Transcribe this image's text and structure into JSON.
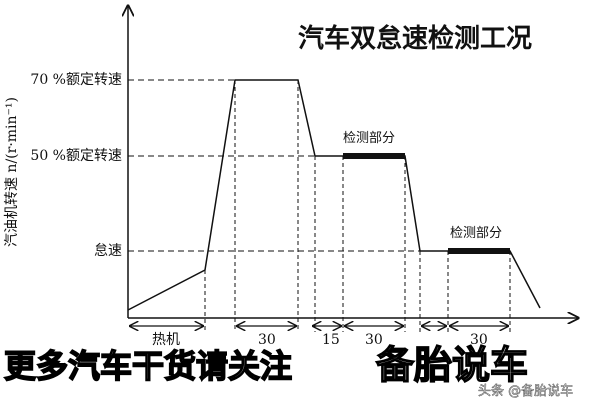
{
  "title": "汽车双怠速检测工况",
  "y_axis_label": "汽油机转速 n/(r·min⁻¹)",
  "levels": {
    "high": "70 %额定转速",
    "mid": "50 %额定转速",
    "idle": "怠速"
  },
  "measure_label_1": "检测部分",
  "measure_label_2": "检测部分",
  "segments": [
    "热机",
    "30",
    "15",
    "30",
    "30"
  ],
  "banner": {
    "text": "更多汽车干货请关注",
    "brand": "备胎说车"
  },
  "watermark": "头条 @备胎说车"
}
